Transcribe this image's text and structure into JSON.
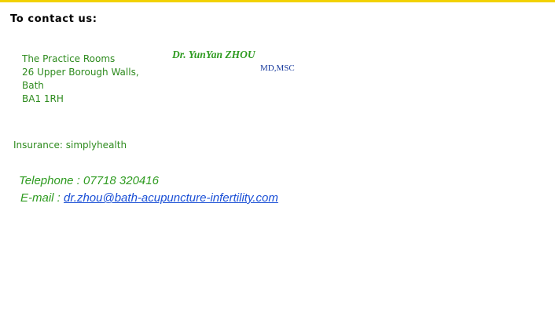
{
  "heading": "To contact us:",
  "address": {
    "line1": "The Practice Rooms",
    "line2": "26 Upper Borough Walls,",
    "line3": "Bath",
    "line4": "BA1 1RH"
  },
  "doctor": {
    "name": "Dr. YunYan ZHOU",
    "qualifications": "MD,MSC"
  },
  "insurance": {
    "label": "Insurance:",
    "value": "simplyhealth"
  },
  "contact": {
    "telephone_label": "Telephone :",
    "telephone_value": "07718 320416",
    "email_label": "E-mail :",
    "email_value": "dr.zhou@bath-acupuncture-infertility.com"
  },
  "colors": {
    "top_rule": "#f2d100",
    "green_text": "#2e8b1e",
    "qualification_blue": "#1a3c9e",
    "link_blue": "#1a4fd6"
  }
}
